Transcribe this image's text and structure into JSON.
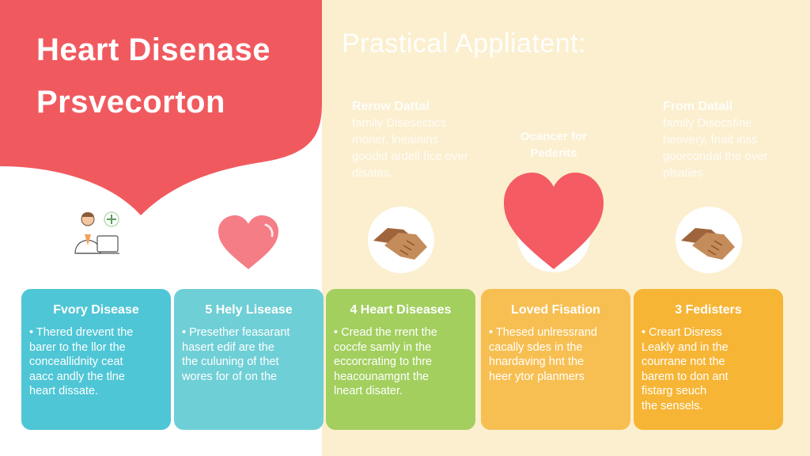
{
  "title": "Heart Disenase Prsvecorton",
  "subtitle": "Prastical Appliatent:",
  "columns": [
    {
      "heading": "Rerow Dattal",
      "text": "family Disesectics moner, lneainins goodid ardell fice over disates."
    },
    {
      "heading": "From Datall",
      "text": "family Disecsfine heovery, fnait inss goorcondal the over plsaties."
    }
  ],
  "center_label": "Ocancer for Pederits",
  "cards": [
    {
      "title": "Fvory Disease",
      "body": "• Thered drevent the\n  barer to the llor the\n  conceallidnity ceat\n  aacc andly the tlne\n  heart dissate.",
      "color": "#4ec6d6"
    },
    {
      "title": "5 Hely Lisease",
      "body": "• Presether feasarant\n  hasert edif are the\n  the culuning of thet\n  wores for of on the",
      "color": "#6fcfd6"
    },
    {
      "title": "4 Heart Diseases",
      "body": "• Cread the rrent the\n  coccfe samly in the\n  eccorcrating to thre\n  heacounamgnt the\n  lneart disater.",
      "color": "#a2cf5e"
    },
    {
      "title": "Loved Fisation",
      "body": "• Thesed unlressrand\n  cacally sdes in the\n  hnardaving hnt the\n  heer ytor planmers",
      "color": "#f7bf52"
    },
    {
      "title": "3 Fedisters",
      "body": "• Creart Disress\n  Leakly and in the\n  courrane not the\n  barem to don ant\n  fistarg seuch\n  the sensels.",
      "color": "#f6b535"
    }
  ],
  "colors": {
    "banner": "#f05a5f",
    "right_bg": "#fbefcf",
    "heart_small": "#f47d86",
    "heart_big": "#f45b62",
    "hand": "#c58c5b"
  },
  "icons": [
    "doctor-icon",
    "heart-icon",
    "handshake-icon",
    "heart-icon",
    "handshake-icon"
  ]
}
